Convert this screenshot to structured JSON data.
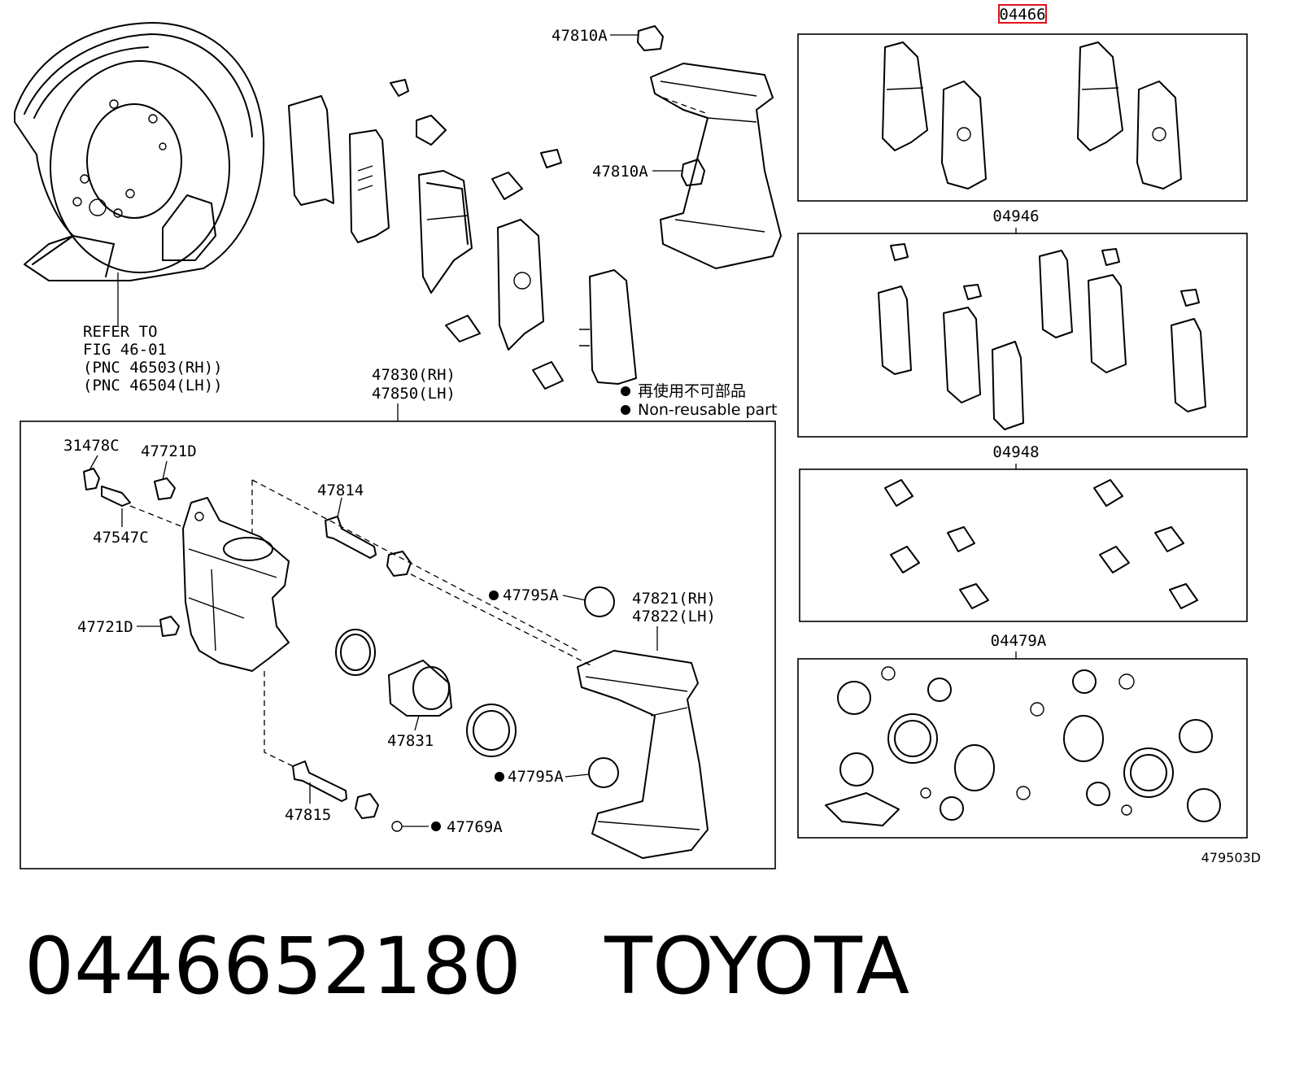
{
  "diagram": {
    "labels": {
      "kit_04466": "04466",
      "kit_04946": "04946",
      "kit_04948": "04948",
      "kit_04479A": "04479A",
      "bolt_top": "47810A",
      "bolt_mid": "47810A",
      "refer_line1": "REFER TO",
      "refer_line2": "FIG 46-01",
      "refer_line3": "(PNC 46503(RH))",
      "refer_line4": "(PNC 46504(LH))",
      "caliper_rh": "47830(RH)",
      "caliper_lh": "47850(LH)",
      "legend_jp": "再使用不可部品",
      "legend_en": "Non-reusable part",
      "p31478C": "31478C",
      "p47721D_top": "47721D",
      "p47547C": "47547C",
      "p47721D_side": "47721D",
      "p47814": "47814",
      "p47795A_top": "47795A",
      "mount_rh": "47821(RH)",
      "mount_lh": "47822(LH)",
      "p47831": "47831",
      "p47795A_bottom": "47795A",
      "p47815": "47815",
      "p47769A": "47769A",
      "illustration_no": "479503D"
    },
    "colors": {
      "line": "#000000",
      "highlight": "#e0101a",
      "background": "#ffffff"
    }
  },
  "footer": {
    "part_number": "0446652180",
    "brand": "TOYOTA"
  }
}
